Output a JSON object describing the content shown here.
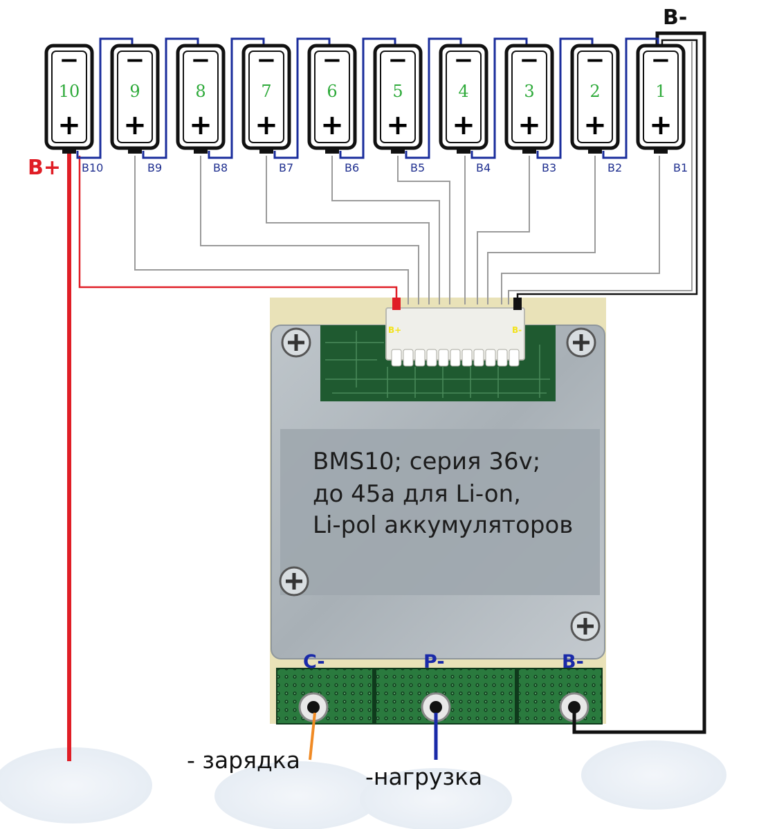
{
  "cells": [
    {
      "num": "10",
      "minus": "−",
      "plus": "+",
      "tap": "B10"
    },
    {
      "num": "9",
      "minus": "−",
      "plus": "+",
      "tap": "B9"
    },
    {
      "num": "8",
      "minus": "−",
      "plus": "+",
      "tap": "B8"
    },
    {
      "num": "7",
      "minus": "−",
      "plus": "+",
      "tap": "B7"
    },
    {
      "num": "6",
      "minus": "−",
      "plus": "+",
      "tap": "B6"
    },
    {
      "num": "5",
      "minus": "−",
      "plus": "+",
      "tap": "B5"
    },
    {
      "num": "4",
      "minus": "−",
      "plus": "+",
      "tap": "B4"
    },
    {
      "num": "3",
      "minus": "−",
      "plus": "+",
      "tap": "B3"
    },
    {
      "num": "2",
      "minus": "−",
      "plus": "+",
      "tap": "B2"
    },
    {
      "num": "1",
      "minus": "−",
      "plus": "+",
      "tap": "B1"
    }
  ],
  "labels": {
    "b_plus": "B+",
    "b_minus_top": "B-",
    "connector_b_plus": "B+",
    "connector_b_minus": "B-",
    "pad_c_minus": "C-",
    "pad_p_minus": "P-",
    "pad_b_minus": "B-",
    "charge": "- зарядка",
    "load": "-нагрузка"
  },
  "board_text": {
    "line1": "BMS10; серия 36v;",
    "line2": "до 45а для Li-on,",
    "line3": "Li-pol аккумуляторов"
  },
  "colors": {
    "b_plus_wire": "#e01e26",
    "b_minus_wire": "#000000",
    "series_link": "#1a2d9c",
    "balance_wire": "#9a9a9a",
    "charge_wire": "#f08a24",
    "load_wire": "#1a2aa8",
    "pcb_green": "#1e6b34",
    "metal_plate": "#a9b1b7"
  }
}
